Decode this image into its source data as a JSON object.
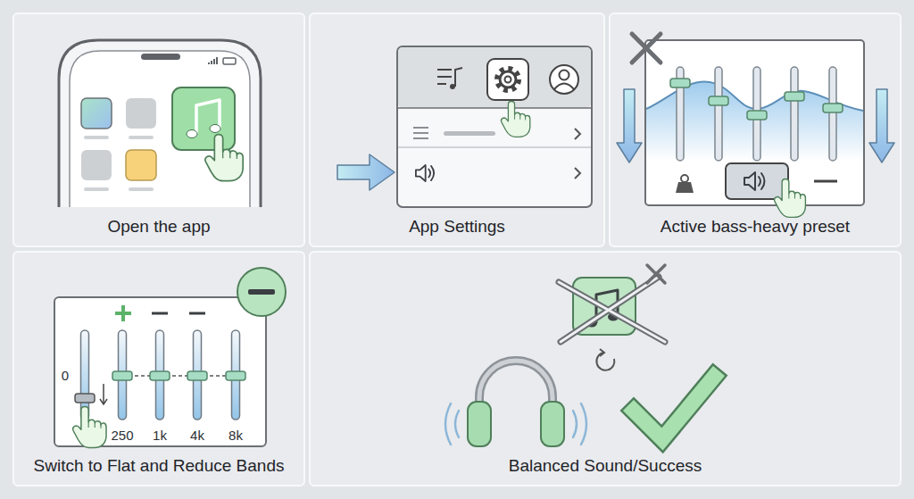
{
  "diagram": {
    "nodes": [
      {
        "text": [
          "Open the app"
        ]
      },
      {
        "text": [
          "App Settings"
        ]
      },
      {
        "text": [
          "Audio"
        ],
        "in": 1
      },
      {
        "text": [
          "Active bass-heavy preset"
        ]
      },
      {
        "text": [
          "Switch to Flat and Reduce Bands"
        ]
      },
      {
        "text": [
          "Balanced Sound/Success"
        ]
      }
    ],
    "labels": [
      "0",
      "250",
      "1k",
      "4k",
      "8k"
    ]
  }
}
